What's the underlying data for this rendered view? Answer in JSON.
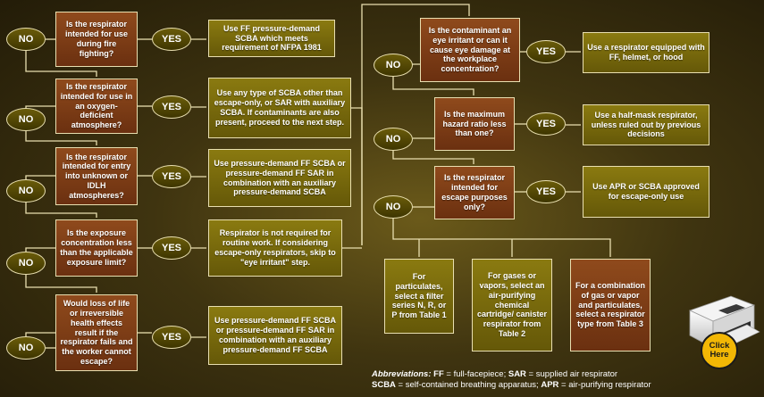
{
  "left_column": [
    {
      "question": "Is the respirator intended for use during fire fighting?",
      "yes": "YES",
      "no": "NO",
      "answer": "Use FF pressure-demand SCBA which meets requirement of NFPA 1981"
    },
    {
      "question": "Is the respirator intended for use in an oxygen-deficient atmosphere?",
      "yes": "YES",
      "no": "NO",
      "answer": "Use any type of SCBA other than escape-only, or SAR with auxiliary SCBA. If contaminants are also present, proceed to the next step."
    },
    {
      "question": "Is the respirator intended for entry into unknown or IDLH atmospheres?",
      "yes": "YES",
      "no": "NO",
      "answer": "Use pressure-demand FF SCBA or pressure-demand FF SAR in combination with an auxiliary pressure-demand SCBA"
    },
    {
      "question": "Is the exposure concentration less than the applicable exposure limit?",
      "yes": "YES",
      "no": "NO",
      "answer": "Respirator is not required for routine work. If considering escape-only respirators, skip to \"eye irritant\" step."
    },
    {
      "question": "Would loss of life or irreversible health effects result if the respirator fails and the worker cannot escape?",
      "yes": "YES",
      "no": "NO",
      "answer": "Use pressure-demand FF SCBA or pressure-demand FF SAR in combination with an auxiliary pressure-demand FF SCBA"
    }
  ],
  "right_column": [
    {
      "question": "Is the contaminant an eye irritant or can it cause eye damage at the workplace concentration?",
      "yes": "YES",
      "no": "NO",
      "answer": "Use a respirator equipped with FF, helmet, or hood"
    },
    {
      "question": "Is the maximum hazard ratio less than one?",
      "yes": "YES",
      "no": "NO",
      "answer": "Use a half-mask respirator, unless ruled out by previous decisions"
    },
    {
      "question": "Is the respirator intended for escape purposes only?",
      "yes": "YES",
      "no": "NO",
      "answer": "Use APR or SCBA approved for escape-only use"
    }
  ],
  "final_options": [
    "For particulates, select a filter series N, R, or P from Table 1",
    "For gases or vapors, select an air-purifying chemical cartridge/ canister respirator from Table 2",
    "For a combination of gas or vapor and particulates, select a respirator type from Table 3"
  ],
  "abbreviations": {
    "heading": "Abbreviations:",
    "items": [
      {
        "abbr": "FF",
        "meaning": "full-facepiece;"
      },
      {
        "abbr": "SAR",
        "meaning": "supplied air respirator"
      },
      {
        "abbr": "SCBA",
        "meaning": "self-contained breathing apparatus;"
      },
      {
        "abbr": "APR",
        "meaning": "air-purifying respirator"
      }
    ]
  },
  "print_badge": {
    "line1": "Click",
    "line2": "Here"
  },
  "colors": {
    "question_box": "#7d3d16",
    "answer_box": "#7a6b0c",
    "connector": "#e9dfb0",
    "badge": "#f2b705"
  }
}
